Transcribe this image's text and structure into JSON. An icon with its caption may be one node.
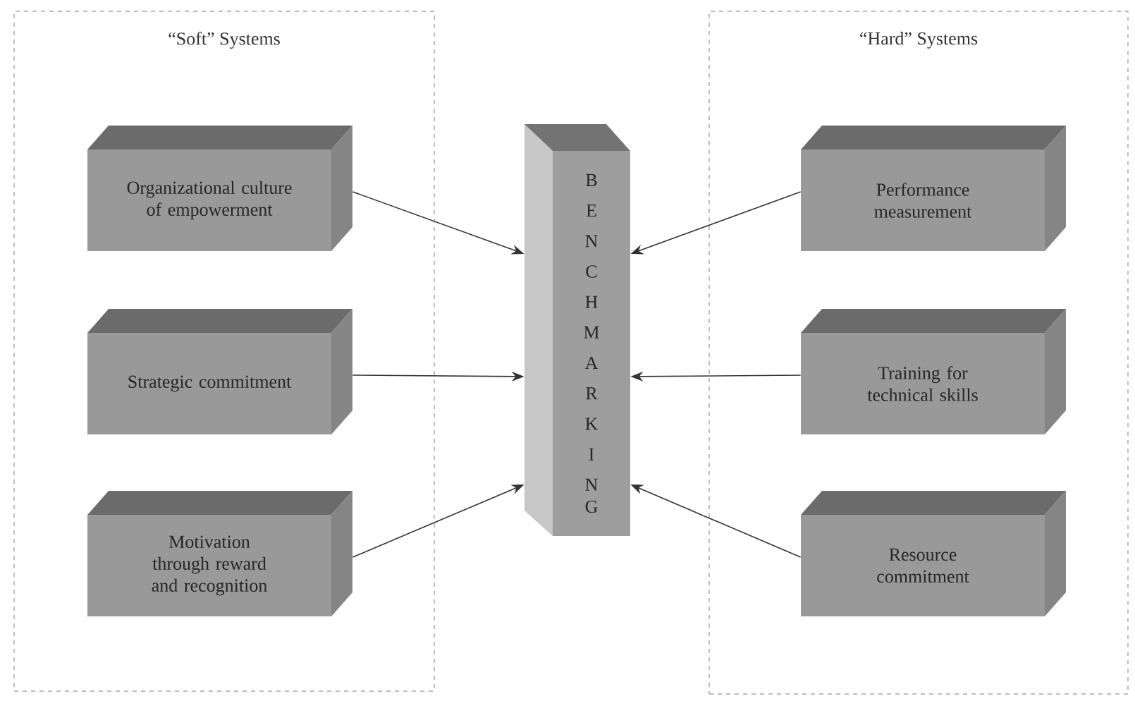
{
  "diagram": {
    "nodes": [
      {
        "text": [
          "“Soft” Systems"
        ]
      },
      {
        "text": [
          "Organizational culture of empowerment"
        ],
        "in": 0
      },
      {
        "text": [
          "Strategic commitment"
        ],
        "in": 0
      },
      {
        "text": [
          "Motivation through reward and recognition"
        ],
        "in": 0
      },
      {
        "text": [
          "BENCHMARKING"
        ]
      },
      {
        "text": [
          "“Hard” Systems"
        ]
      },
      {
        "text": [
          "Performance measurement"
        ],
        "in": 5
      },
      {
        "text": [
          "Training for technical skills"
        ],
        "in": 5
      },
      {
        "text": [
          "Resource commitment"
        ],
        "in": 5
      }
    ],
    "edges": [
      {
        "from": 1,
        "to": 4,
        "arrow": "to"
      },
      {
        "from": 2,
        "to": 4,
        "arrow": "to"
      },
      {
        "from": 3,
        "to": 4,
        "arrow": "to"
      },
      {
        "from": 6,
        "to": 4,
        "arrow": "to"
      },
      {
        "from": 7,
        "to": 4,
        "arrow": "to"
      },
      {
        "from": 8,
        "to": 4,
        "arrow": "to"
      }
    ]
  }
}
